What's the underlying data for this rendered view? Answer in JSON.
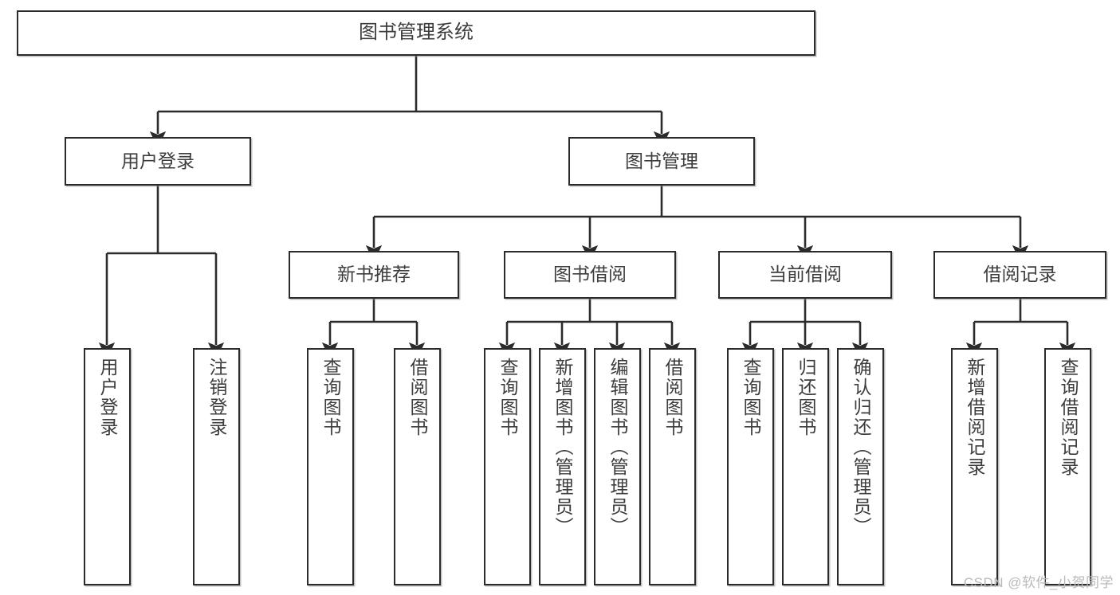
{
  "diagram": {
    "title": "图书管理系统",
    "type": "tree-hierarchy-diagram",
    "watermark": "CSDN @软件_小贺同学",
    "colors": {
      "box_border": "#2b2b2b",
      "box_fill": "#ffffff",
      "text": "#3d3d3d",
      "edge": "#2b2b2b",
      "watermark": "#b9b9b9",
      "background": "#ffffff"
    },
    "root": {
      "label": "图书管理系统"
    },
    "level2": [
      {
        "label": "用户登录"
      },
      {
        "label": "图书管理"
      }
    ],
    "level3": [
      {
        "label": "新书推荐"
      },
      {
        "label": "图书借阅"
      },
      {
        "label": "当前借阅"
      },
      {
        "label": "借阅记录"
      }
    ],
    "leaves": {
      "user_login": [
        {
          "label": "用户登录"
        },
        {
          "label": "注销登录"
        }
      ],
      "new_book_recommend": [
        {
          "label": "查询图书"
        },
        {
          "label": "借阅图书"
        }
      ],
      "book_borrow": [
        {
          "label": "查询图书"
        },
        {
          "label": "新增图书（管理员）"
        },
        {
          "label": "编辑图书（管理员）"
        },
        {
          "label": "借阅图书"
        }
      ],
      "current_borrow": [
        {
          "label": "查询图书"
        },
        {
          "label": "归还图书"
        },
        {
          "label": "确认归还（管理员）"
        }
      ],
      "borrow_record": [
        {
          "label": "新增借阅记录"
        },
        {
          "label": "查询借阅记录"
        }
      ]
    }
  }
}
